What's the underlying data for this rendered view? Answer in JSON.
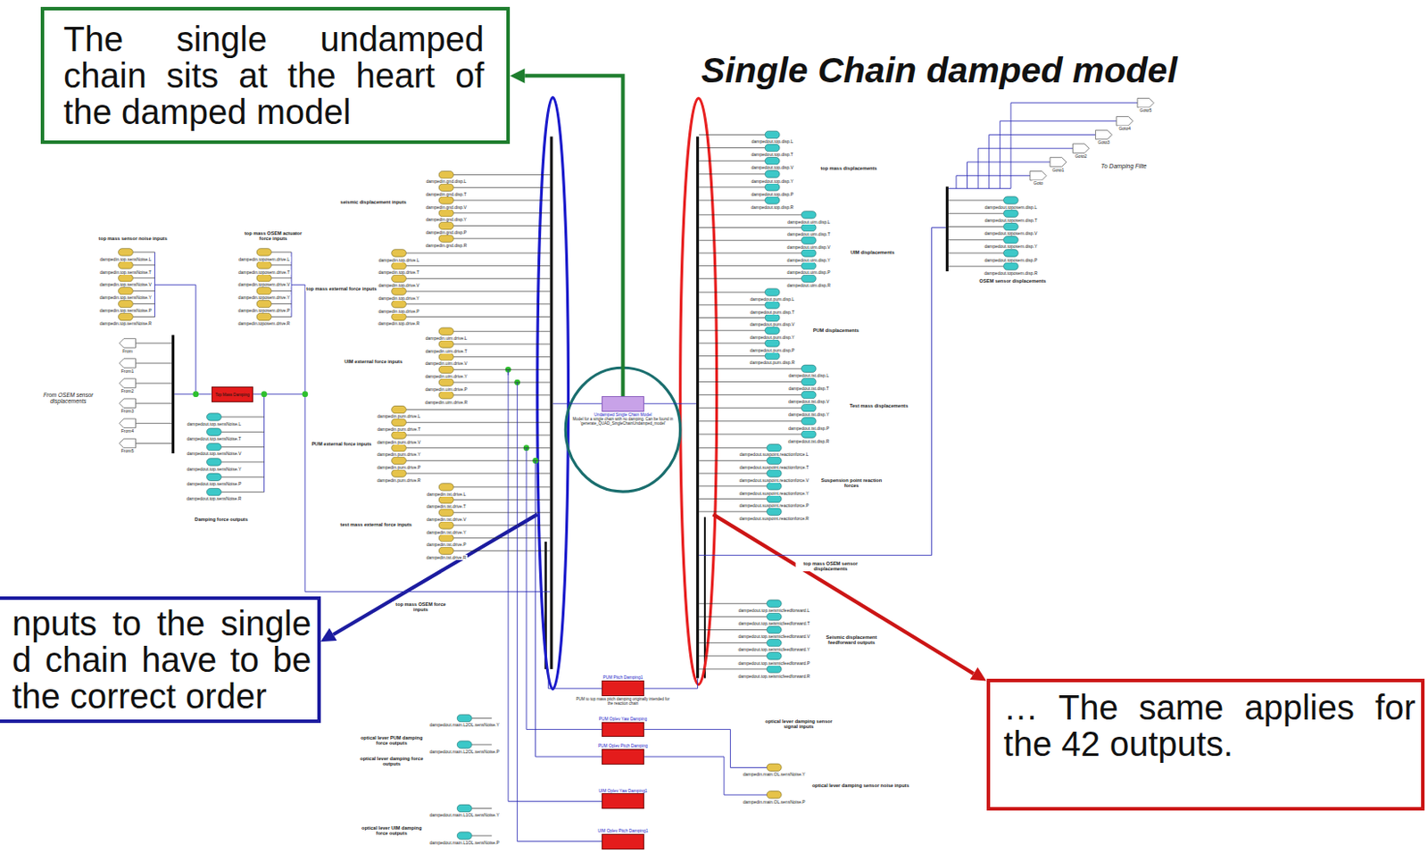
{
  "diagram": {
    "title": "Single Chain damped model",
    "nodes": [
      {
        "text": [
          "The single undamped chain sits at the heart of the damped model"
        ]
      },
      {
        "text": [
          "nputs to the single d chain have to be the correct order"
        ]
      },
      {
        "text": [
          "… The same applies for the 42 outputs."
        ]
      },
      {
        "text": [
          "Undamped Single Chain Model",
          "Model for a single chain with no damping. Can be found in 'generate_QUAD_SingleChainUndamped_model'"
        ]
      },
      {
        "text": [
          "Top Mass Damping"
        ]
      },
      {
        "text": [
          "PUM Pitch Damping1",
          "PUM to top mass pitch damping originally intended for the reaction chain"
        ]
      },
      {
        "text": [
          "PUM Oplev Yaw Damping"
        ]
      },
      {
        "text": [
          "PUM Oplev Pitch Damping"
        ]
      },
      {
        "text": [
          "UIM Oplev Yaw Damping1"
        ]
      },
      {
        "text": [
          "UIM Oplev Pitch Damping1"
        ]
      }
    ],
    "edges": [
      {
        "from": 3,
        "to": 0,
        "arrow": "to"
      }
    ],
    "labels": [
      "top mass sensor noise inputs",
      "dampedin.top.sensNoise.L",
      "dampedin.top.sensNoise.T",
      "dampedin.top.sensNoise.V",
      "dampedin.top.sensNoise.Y",
      "dampedin.top.sensNoise.P",
      "dampedin.top.sensNoise.R",
      "top mass OSEM actuator force inputs",
      "dampedin.toposem.drive.L",
      "dampedin.toposem.drive.T",
      "dampedin.toposem.drive.V",
      "dampedin.toposem.drive.Y",
      "dampedin.toposem.drive.P",
      "dampedin.toposem.drive.R",
      "From",
      "From1",
      "From2",
      "From3",
      "From4",
      "From5",
      "From OSEM sensor displacements",
      "dampedout.top.sensNoise.L",
      "dampedout.top.sensNoise.T",
      "dampedout.top.sensNoise.V",
      "dampedout.top.sensNoise.Y",
      "dampedout.top.sensNoise.P",
      "dampedout.top.sensNoise.R",
      "Damping force outputs",
      "seismic displacement inputs",
      "dampedin.gnd.disp.L",
      "dampedin.gnd.disp.T",
      "dampedin.gnd.disp.V",
      "dampedin.gnd.disp.Y",
      "dampedin.gnd.disp.P",
      "dampedin.gnd.disp.R",
      "top mass external force inputs",
      "dampedin.top.drive.L",
      "dampedin.top.drive.T",
      "dampedin.top.drive.V",
      "dampedin.top.drive.Y",
      "dampedin.top.drive.P",
      "dampedin.top.drive.R",
      "UIM external force inputs",
      "dampedin.uim.drive.L",
      "dampedin.uim.drive.T",
      "dampedin.uim.drive.V",
      "dampedin.uim.drive.Y",
      "dampedin.uim.drive.P",
      "dampedin.uim.drive.R",
      "PUM external force inputs",
      "dampedin.pum.drive.L",
      "dampedin.pum.drive.T",
      "dampedin.pum.drive.V",
      "dampedin.pum.drive.Y",
      "dampedin.pum.drive.P",
      "dampedin.pum.drive.R",
      "test mass external force inputs",
      "dampedin.tst.drive.L",
      "dampedin.tst.drive.T",
      "dampedin.tst.drive.V",
      "dampedin.tst.drive.Y",
      "dampedin.tst.drive.P",
      "dampedin.tst.drive.R",
      "top mass OSEM force inputs",
      "dampedout.top.disp.L",
      "dampedout.top.disp.T",
      "dampedout.top.disp.V",
      "dampedout.top.disp.Y",
      "dampedout.top.disp.P",
      "dampedout.top.disp.R",
      "top mass displacements",
      "dampedout.uim.disp.L",
      "dampedout.uim.disp.T",
      "dampedout.uim.disp.V",
      "dampedout.uim.disp.Y",
      "dampedout.uim.disp.P",
      "dampedout.uim.disp.R",
      "UIM displacements",
      "dampedout.pum.disp.L",
      "dampedout.pum.disp.T",
      "dampedout.pum.disp.V",
      "dampedout.pum.disp.Y",
      "dampedout.pum.disp.P",
      "dampedout.pum.disp.R",
      "PUM displacements",
      "dampedout.tst.disp.L",
      "dampedout.tst.disp.T",
      "dampedout.tst.disp.V",
      "dampedout.tst.disp.Y",
      "dampedout.tst.disp.P",
      "dampedout.tst.disp.R",
      "Test mass displacements",
      "dampedout.suspoint.reactionforce.L",
      "dampedout.suspoint.reactionforce.T",
      "dampedout.suspoint.reactionforce.V",
      "dampedout.suspoint.reactionforce.Y",
      "dampedout.suspoint.reactionforce.P",
      "dampedout.suspoint.reactionforce.R",
      "Suspension point reaction forces",
      "top mass OSEM sensor displacements",
      "dampedout.top.seismicfeedforward.L",
      "dampedout.top.seismicfeedforward.T",
      "dampedout.top.seismicfeedforward.V",
      "dampedout.top.seismicfeedforward.Y",
      "dampedout.top.seismicfeedforward.P",
      "dampedout.top.seismicfeedforward.R",
      "Seismic displacement feedforward outputs",
      "optical lever damping sensor signal inputs",
      "dampedin.main.OL.sensNoise.Y",
      "dampedin.main.OL.sensNoise.P",
      "optical lever damping sensor noise inputs",
      "Goto",
      "Goto1",
      "Goto2",
      "Goto3",
      "Goto4",
      "Goto5",
      "To Damping Filte",
      "dampedout.toposem.disp.L",
      "dampedout.toposem.disp.T",
      "dampedout.toposem.disp.V",
      "dampedout.toposem.disp.Y",
      "dampedout.toposem.disp.P",
      "dampedout.toposem.disp.R",
      "OSEM sensor displacements",
      "dampedout.main.L2OL.sensNoise.Y",
      "dampedout.main.L2OL.sensNoise.P",
      "optical lever PUM damping force outputs",
      "optical lever damping force outputs",
      "dampedout.main.L1OL.sensNoise.Y",
      "dampedout.main.L1OL.sensNoise.P",
      "optical lever UIM damping force outputs"
    ]
  }
}
